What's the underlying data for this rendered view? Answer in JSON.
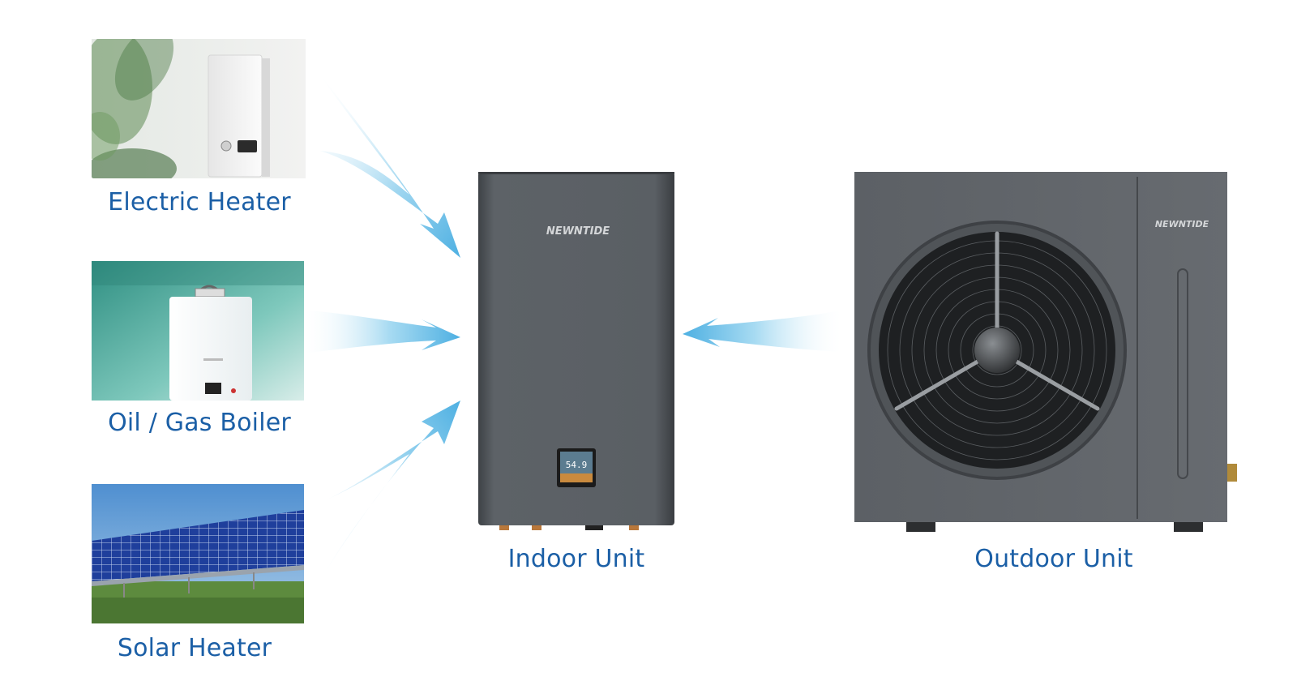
{
  "sources": [
    {
      "id": "electric",
      "label": "Electric Heater",
      "icon": "electric-heater-photo"
    },
    {
      "id": "boiler",
      "label": "Oil / Gas Boiler",
      "icon": "gas-boiler-photo"
    },
    {
      "id": "solar",
      "label": "Solar Heater",
      "icon": "solar-panel-photo"
    }
  ],
  "indoor_unit": {
    "label": "Indoor Unit",
    "brand": "NEWNTIDE",
    "display_readout": "54.9",
    "icon": "indoor-unit-image"
  },
  "outdoor_unit": {
    "label": "Outdoor Unit",
    "brand": "NEWNTIDE",
    "icon": "outdoor-unit-image"
  },
  "colors": {
    "label_blue": "#1b5fa6",
    "arrow_blue": "#5bb8e6",
    "unit_gray": "#5a5e63"
  }
}
